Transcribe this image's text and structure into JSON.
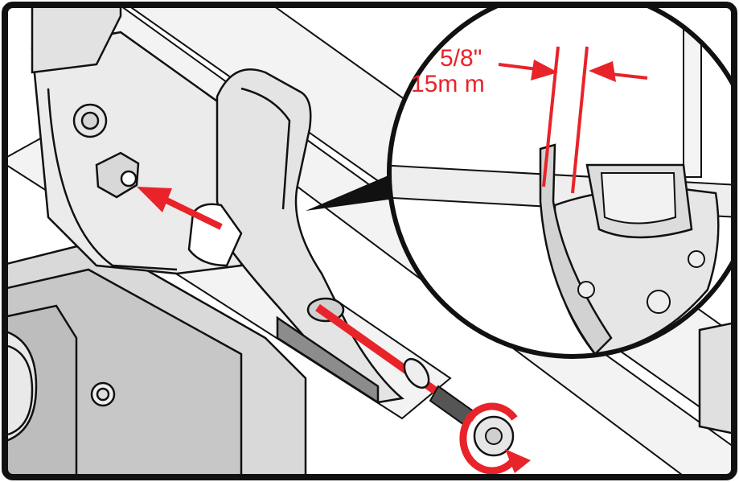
{
  "diagram": {
    "dimension_label_inch": "5/8\"",
    "dimension_label_mm": "15m m",
    "colors": {
      "accent_red": "#e8232a",
      "line_black": "#111111",
      "part_light": "#eeeeee",
      "part_mid": "#d4d4d4",
      "part_dark": "#b9b9b9",
      "background": "#ffffff"
    },
    "icons": [
      "insertion-arrow",
      "rotation-arrow",
      "dimension-arrows",
      "magnifier-callout"
    ]
  }
}
